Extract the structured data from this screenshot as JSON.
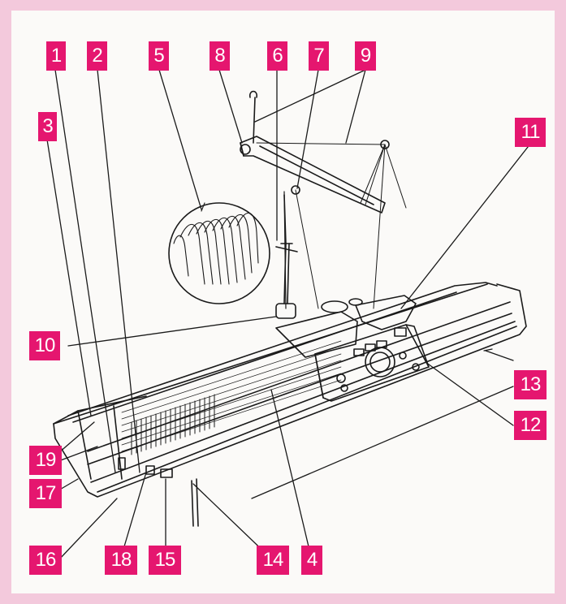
{
  "colors": {
    "accent": "#e5166f",
    "border": "#f3c9dc",
    "background": "#fbfaf8",
    "line": "#1a1a1a"
  },
  "labels": {
    "l1": "1",
    "l2": "2",
    "l3": "3",
    "l4": "4",
    "l5": "5",
    "l6": "6",
    "l7": "7",
    "l8": "8",
    "l9": "9",
    "l10": "10",
    "l11": "11",
    "l12": "12",
    "l13": "13",
    "l14": "14",
    "l15": "15",
    "l16": "16",
    "l17": "17",
    "l18": "18",
    "l19": "19"
  }
}
